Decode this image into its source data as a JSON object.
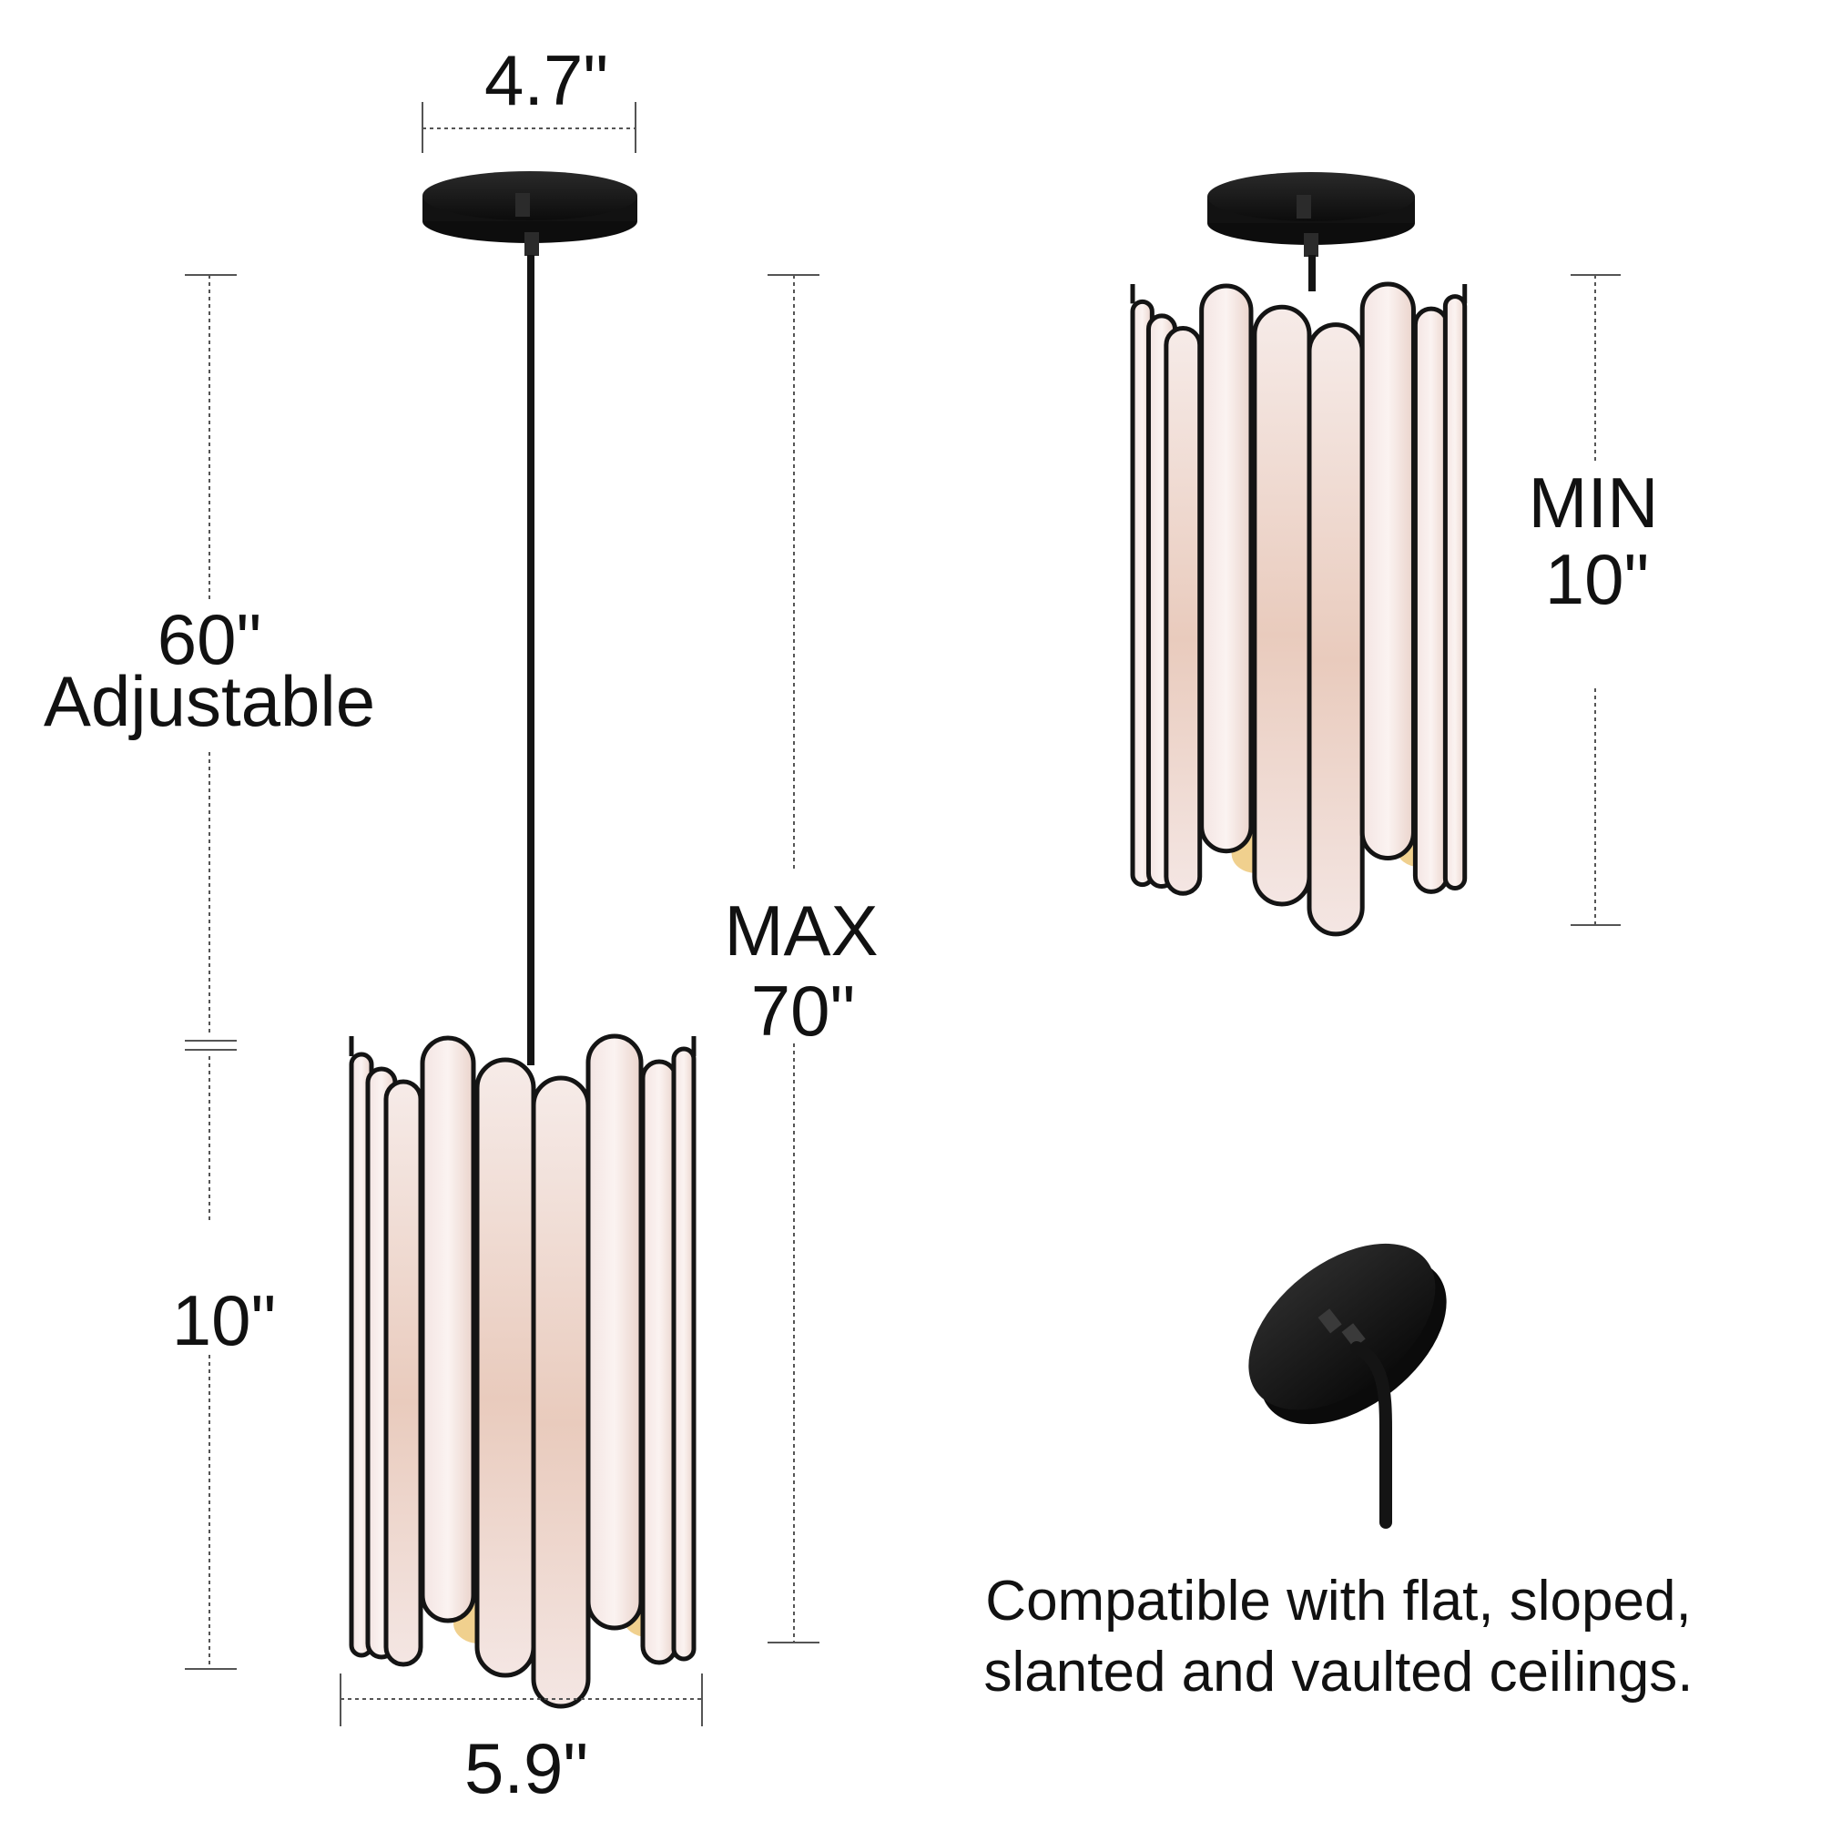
{
  "dimensions": {
    "canopy_width": "4.7\"",
    "shade_width": "5.9\"",
    "cord_length": "60\"",
    "cord_note": "Adjustable",
    "shade_height": "10\"",
    "max_label": "MAX",
    "max_value": "70\"",
    "min_label": "MIN",
    "min_value": "10\""
  },
  "caption": {
    "line1": "Compatible with flat, sloped,",
    "line2": "slanted and vaulted ceilings."
  },
  "colors": {
    "fixture_black": "#141414",
    "glass_light": "#f6ecea",
    "glass_warm": "#e8cfc2",
    "glow": "#f3d79a",
    "dim_line": "#555555"
  }
}
